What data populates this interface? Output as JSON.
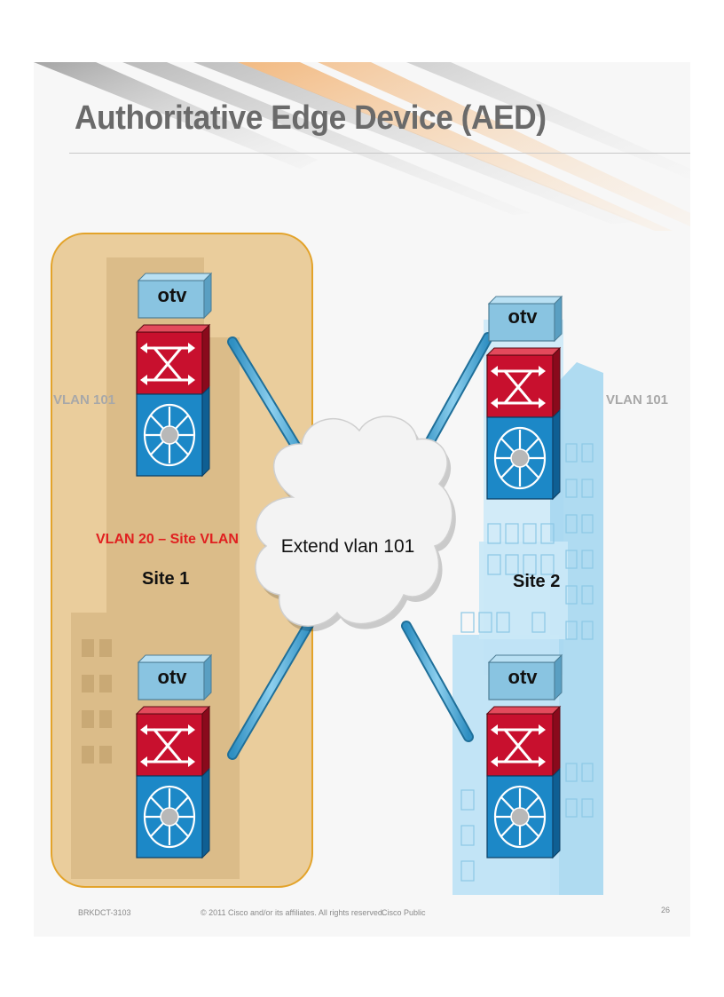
{
  "slide": {
    "title": "Authoritative Edge Device (AED)"
  },
  "diagram": {
    "left_vlan_label": "VLAN 101",
    "right_vlan_label": "VLAN 101",
    "site_vlan_label": "VLAN 20 – Site VLAN",
    "site1_label": "Site 1",
    "site2_label": "Site 2",
    "cloud_label": "Extend vlan 101",
    "devices": [
      {
        "id": "site1-top",
        "otv_label": "otv"
      },
      {
        "id": "site1-bottom",
        "otv_label": "otv"
      },
      {
        "id": "site2-top",
        "otv_label": "otv"
      },
      {
        "id": "site2-bottom",
        "otv_label": "otv"
      }
    ],
    "colors": {
      "site1_fill": "#e7c68c",
      "site1_border": "#e3a32a",
      "site2_building": "#bfe3f5",
      "otv_box": "#89c4e1",
      "router_red": "#c8102e",
      "switch_blue": "#1c88c7",
      "link": "#4aa6d2",
      "site_vlan_text": "#e02020",
      "vlan_text": "#a8a8a8"
    }
  },
  "footer": {
    "session": "BRKDCT-3103",
    "copyright": "© 2011 Cisco and/or its affiliates. All rights reserved.",
    "classification": "Cisco Public",
    "page_number": "26"
  }
}
